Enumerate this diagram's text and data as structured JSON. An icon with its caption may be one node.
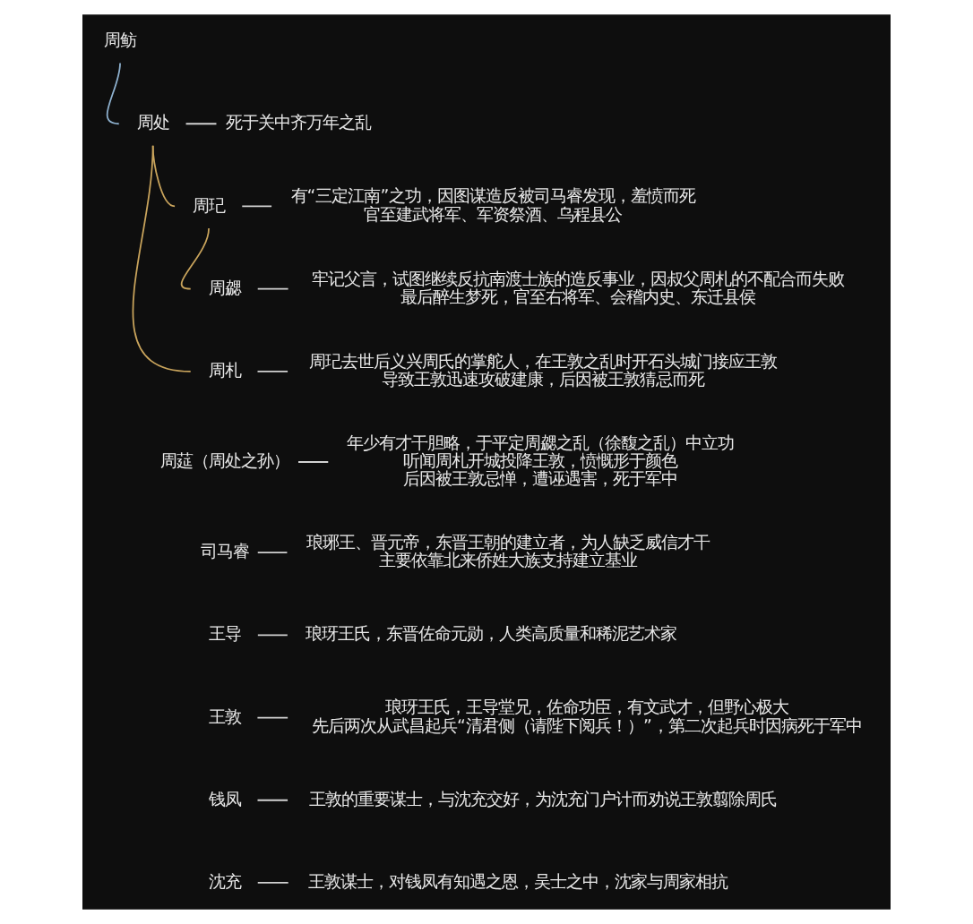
{
  "diagram": {
    "nodes": [
      {
        "text": [
          "周鲂"
        ]
      },
      {
        "text": [
          "周处"
        ]
      },
      {
        "text": [
          "死于关中齐万年之乱"
        ]
      },
      {
        "text": [
          "周玘"
        ]
      },
      {
        "text": [
          "有“三定江南”之功，因图谋造反被司马睿发现，羞愤而死",
          "官至建武将军、军资祭酒、乌程县公"
        ]
      },
      {
        "text": [
          "周勰"
        ]
      },
      {
        "text": [
          "牢记父言，试图继续反抗南渡士族的造反事业，因叔父周札的不配合而失败",
          "最后醉生梦死，官至右将军、会稽内史、东迁县侯"
        ]
      },
      {
        "text": [
          "周札"
        ]
      },
      {
        "text": [
          "周玘去世后义兴周氏的掌舵人，在王敦之乱时开石头城门接应王敦",
          "导致王敦迅速攻破建康，后因被王敦猜忌而死"
        ]
      },
      {
        "text": [
          "周莚（周处之孙）"
        ]
      },
      {
        "text": [
          "年少有才干胆略，于平定周勰之乱（徐馥之乱）中立功",
          "听闻周札开城投降王敦，愤慨形于颜色",
          "后因被王敦忌惮，遭诬遇害，死于军中"
        ]
      },
      {
        "text": [
          "司马睿"
        ]
      },
      {
        "text": [
          "琅琊王、晋元帝，东晋王朝的建立者，为人缺乏威信才干",
          "主要依靠北来侨姓大族支持建立基业"
        ]
      },
      {
        "text": [
          "王导"
        ]
      },
      {
        "text": [
          "琅玡王氏，东晋佐命元勋，人类高质量和稀泥艺术家"
        ]
      },
      {
        "text": [
          "王敦"
        ]
      },
      {
        "text": [
          "琅玡王氏，王导堂兄，佐命功臣，有文武才，但野心极大",
          "先后两次从武昌起兵“清君侧（请陛下阅兵！）”，第二次起兵时因病死于军中"
        ]
      },
      {
        "text": [
          "钱凤"
        ]
      },
      {
        "text": [
          "王敦的重要谋士，与沈充交好，为沈充门户计而劝说王敦翦除周氏"
        ]
      },
      {
        "text": [
          "沈充"
        ]
      },
      {
        "text": [
          "王敦谋士，对钱凤有知遇之恩，吴士之中，沈家与周家相抗"
        ]
      }
    ],
    "edges": [
      {
        "from": 0,
        "to": 1,
        "arrow": "none",
        "color": "#8fb2d0"
      },
      {
        "from": 1,
        "to": 2,
        "arrow": "none"
      },
      {
        "from": 1,
        "to": 7,
        "arrow": "none",
        "color": "#c9a45c"
      },
      {
        "from": 1,
        "to": 3,
        "arrow": "none",
        "color": "#c9a45c"
      },
      {
        "from": 3,
        "to": 4,
        "arrow": "none"
      },
      {
        "from": 3,
        "to": 5,
        "arrow": "none",
        "color": "#c9a45c"
      },
      {
        "from": 5,
        "to": 6,
        "arrow": "none"
      },
      {
        "from": 7,
        "to": 8,
        "arrow": "none"
      },
      {
        "from": 9,
        "to": 10,
        "arrow": "none"
      },
      {
        "from": 11,
        "to": 12,
        "arrow": "none"
      },
      {
        "from": 13,
        "to": 14,
        "arrow": "none"
      },
      {
        "from": 15,
        "to": 16,
        "arrow": "none"
      },
      {
        "from": 17,
        "to": 18,
        "arrow": "none"
      },
      {
        "from": 19,
        "to": 20,
        "arrow": "none"
      }
    ]
  }
}
